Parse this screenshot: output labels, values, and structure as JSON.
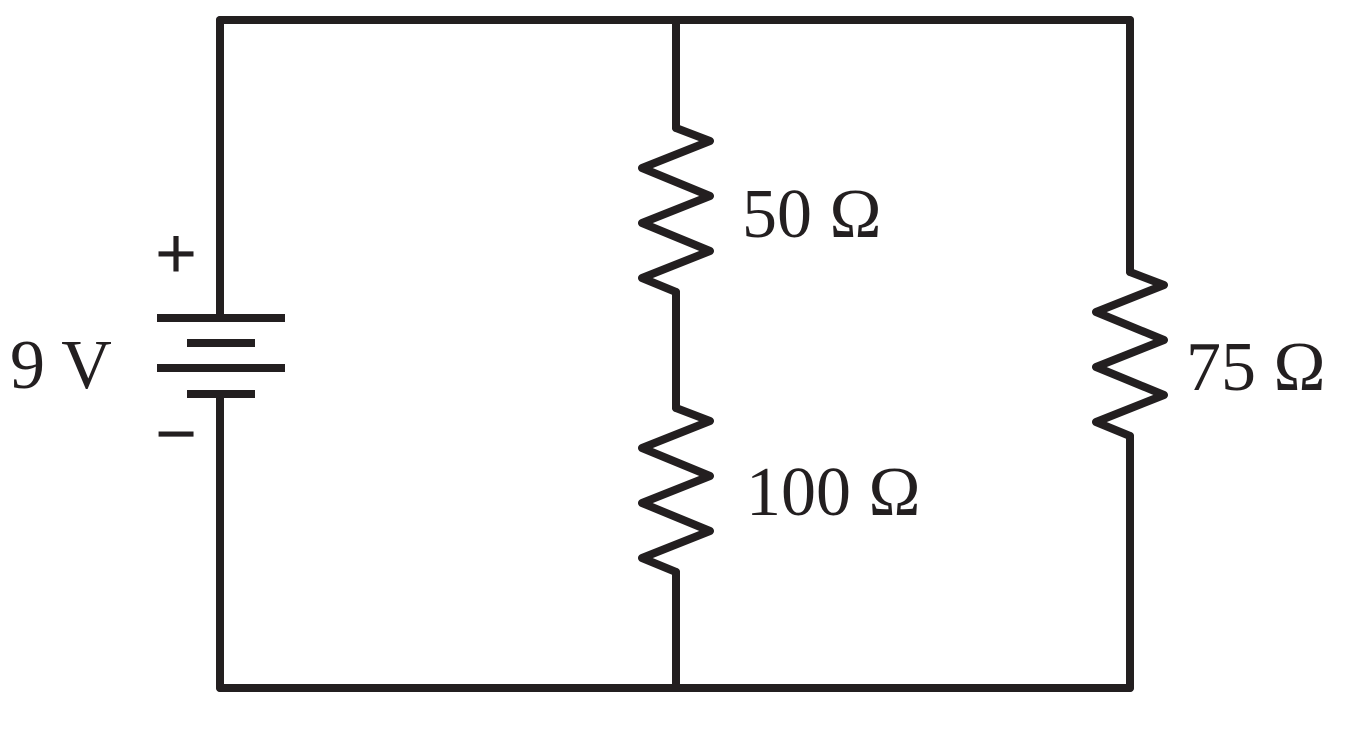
{
  "battery": {
    "voltage_label": "9 V",
    "positive_sign": "+",
    "negative_sign": "−"
  },
  "resistors": {
    "r1_label": "50 Ω",
    "r2_label": "100 Ω",
    "r3_label": "75 Ω"
  },
  "colors": {
    "stroke": "#231f20",
    "background": "#ffffff"
  }
}
